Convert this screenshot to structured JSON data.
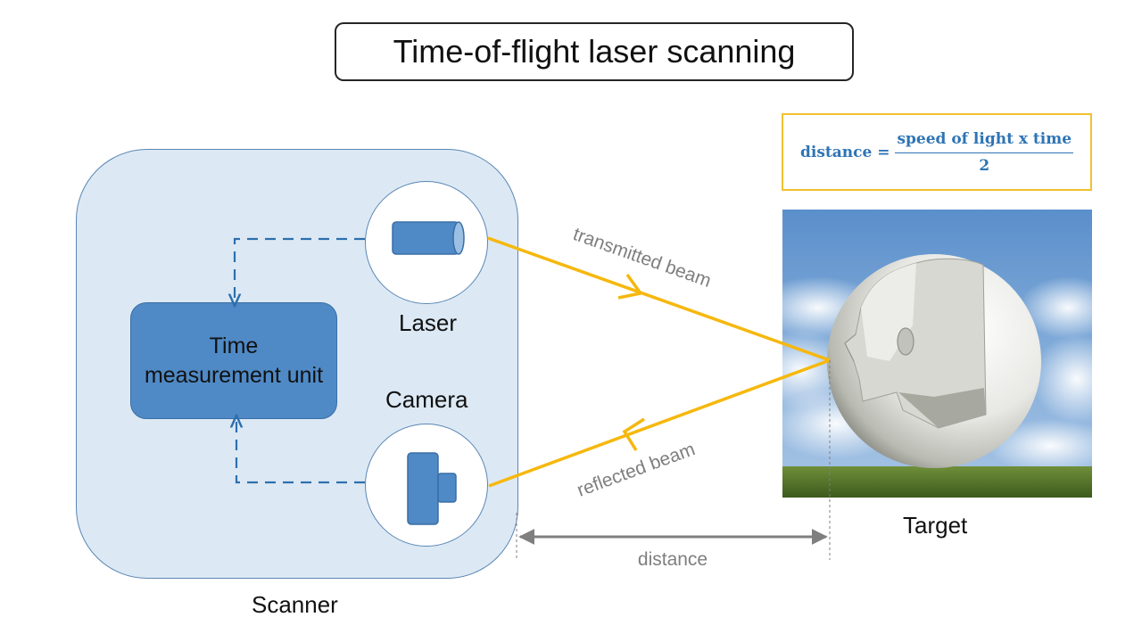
{
  "title": "Time-of-flight laser scanning",
  "scanner": {
    "label": "Scanner",
    "time_unit_label": "Time measurement unit",
    "laser_label": "Laser",
    "camera_label": "Camera"
  },
  "beams": {
    "transmitted_label": "transmitted beam",
    "reflected_label": "reflected beam",
    "distance_label": "distance"
  },
  "formula": {
    "lhs": "distance =",
    "numerator": "speed of light x time",
    "denominator": "2"
  },
  "target": {
    "label": "Target"
  },
  "colors": {
    "beam": "#f6b80e",
    "scanner_fill": "#dce9f5",
    "unit_fill": "#4f8ac6",
    "dashed_line": "#2e6fad",
    "formula_text": "#2e74b5",
    "formula_border": "#f2c12e",
    "gray_text": "#7f7f7f"
  }
}
